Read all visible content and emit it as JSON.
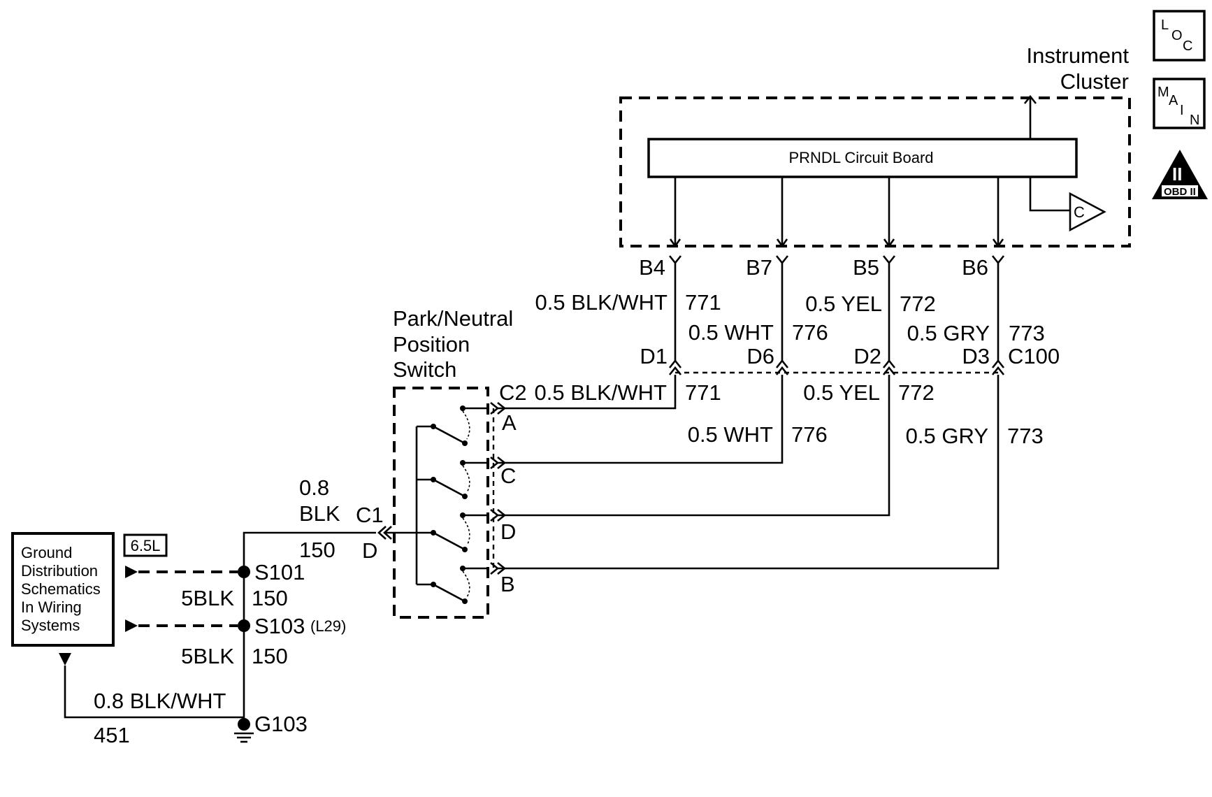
{
  "icons": {
    "loc": [
      "L",
      "O",
      "C"
    ],
    "main": [
      "M",
      "A",
      "I",
      "N"
    ],
    "obd": {
      "numeral": "II",
      "label": "OBD II"
    }
  },
  "instrument_cluster": {
    "title_line1": "Instrument",
    "title_line2": "Cluster",
    "board_label": "PRNDL Circuit Board",
    "c_symbol": "C",
    "pins": [
      "B4",
      "B7",
      "B5",
      "B6"
    ]
  },
  "upper_wires": [
    {
      "spec": "0.5 BLK/WHT",
      "circuit": "771"
    },
    {
      "spec": "0.5 WHT",
      "circuit": "776"
    },
    {
      "spec": "0.5 YEL",
      "circuit": "772"
    },
    {
      "spec": "0.5 GRY",
      "circuit": "773"
    }
  ],
  "c100": {
    "label": "C100",
    "pins": [
      "D1",
      "D6",
      "D2",
      "D3"
    ]
  },
  "lower_wires": [
    {
      "spec": "0.5 BLK/WHT",
      "circuit": "771"
    },
    {
      "spec": "0.5 WHT",
      "circuit": "776"
    },
    {
      "spec": "0.5 YEL",
      "circuit": "772"
    },
    {
      "spec": "0.5 GRY",
      "circuit": "773"
    }
  ],
  "switch": {
    "title_line1": "Park/Neutral",
    "title_line2": "Position",
    "title_line3": "Switch",
    "connector_c2": "C2",
    "connector_c1": "C1",
    "c1_pin": "D",
    "pins": [
      "A",
      "C",
      "D",
      "B"
    ]
  },
  "feed_wire": {
    "gauge": "0.8",
    "color": "BLK",
    "circuit": "150"
  },
  "splices": [
    {
      "id": "S101",
      "note": ""
    },
    {
      "id": "S103",
      "note": "(L29)"
    }
  ],
  "splice_wires": [
    {
      "spec": "5BLK",
      "circuit": "150"
    },
    {
      "spec": "5BLK",
      "circuit": "150"
    }
  ],
  "ground": {
    "id": "G103"
  },
  "ground_wire": {
    "spec": "0.8 BLK/WHT",
    "circuit": "451"
  },
  "engine_tag": "6.5L",
  "ground_box": {
    "line1": "Ground",
    "line2": "Distribution",
    "line3": "Schematics",
    "line4": "In Wiring",
    "line5": "Systems"
  }
}
